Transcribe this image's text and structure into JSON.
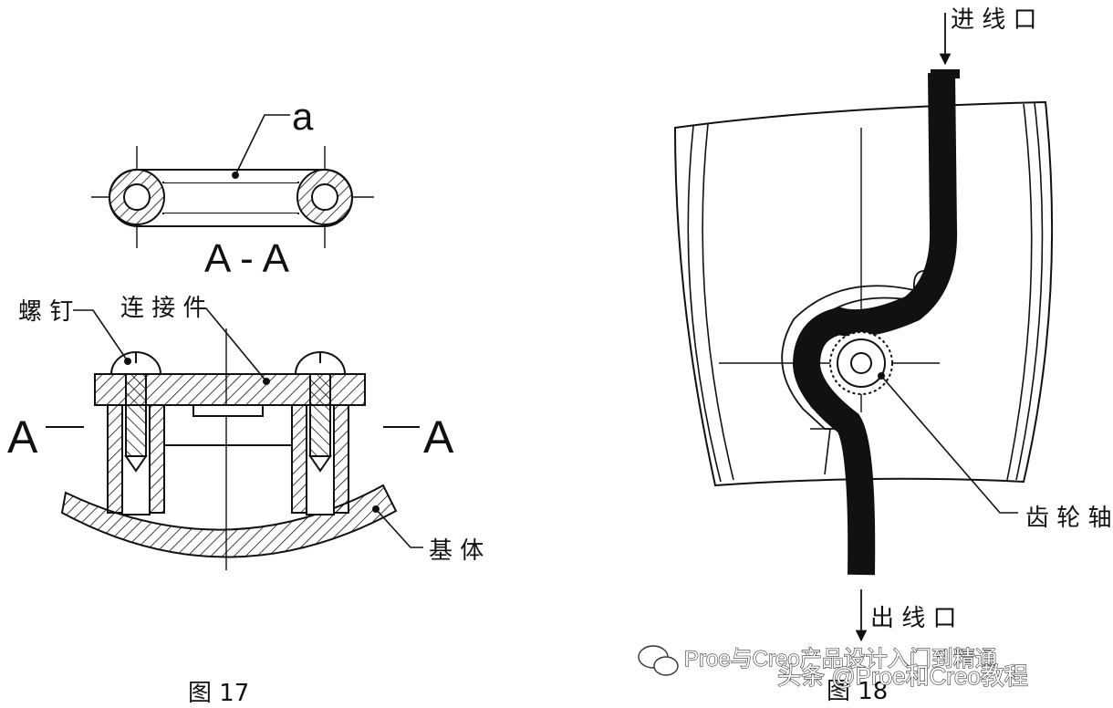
{
  "fig17": {
    "callout_a": "a",
    "section_label": "A - A",
    "label_screw": "螺 钉",
    "label_part": "连 接 件",
    "label_a_left": "A",
    "label_a_right": "A",
    "label_base": "基 体",
    "caption": "图 17"
  },
  "fig18": {
    "label_top": "进 线 口",
    "label_gear": "齿 轮 轴",
    "label_bottom": "出 线 口",
    "caption": "图 18"
  },
  "watermark": {
    "line1": "Proe与Creo产品设计入门到精通",
    "line2": "头条 @Proe和Creo教程"
  },
  "colors": {
    "ink": "#111111",
    "paper": "#ffffff"
  }
}
